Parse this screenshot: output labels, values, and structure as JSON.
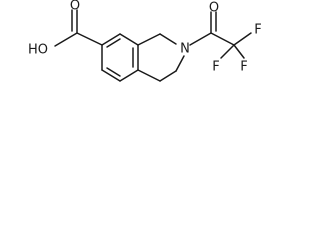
{
  "molecule": {
    "atoms": {
      "hydroxyl": "HO",
      "carboxyl_oxygen": "O",
      "ring_nitrogen": "N",
      "carbonyl_oxygen": "O",
      "fluorine_top": "F",
      "fluorine_right": "F",
      "fluorine_bottom": "F"
    }
  }
}
